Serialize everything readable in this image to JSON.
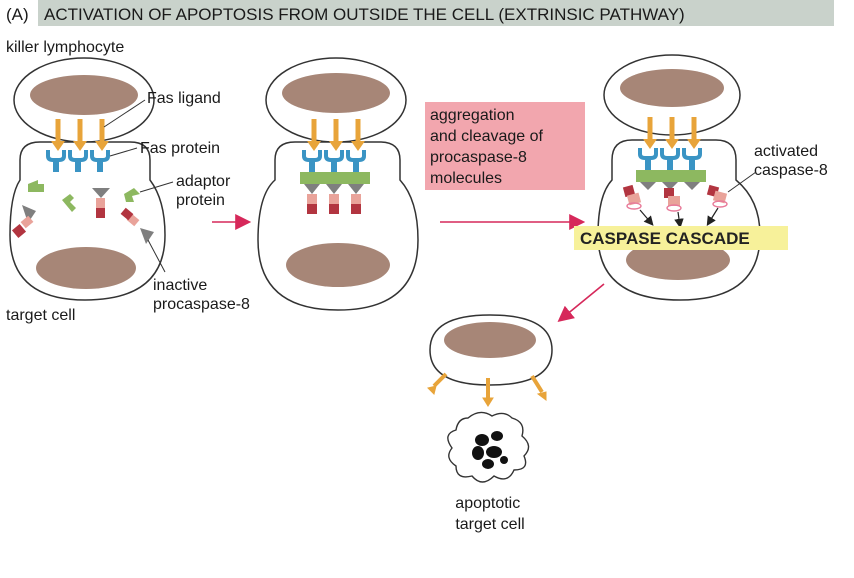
{
  "header": {
    "label": "(A)",
    "title": "ACTIVATION OF APOPTOSIS FROM OUTSIDE THE CELL (EXTRINSIC PATHWAY)"
  },
  "labels": {
    "killer_lymphocyte": "killer lymphocyte",
    "fas_ligand": "Fas ligand",
    "fas_protein": "Fas protein",
    "adaptor_protein": [
      "adaptor",
      "protein"
    ],
    "inactive_procaspase": [
      "inactive",
      "procaspase-8"
    ],
    "target_cell": "target cell",
    "aggregation_box": [
      "aggregation",
      "and cleavage of",
      "procaspase-8",
      "molecules"
    ],
    "activated_caspase": [
      "activated",
      "caspase-8"
    ],
    "caspase_cascade": "CASPASE CASCADE",
    "apoptotic_target_cell": [
      "apoptotic",
      "target cell"
    ]
  },
  "colors": {
    "header_bg": "#c9d2cb",
    "nucleus": "#a78677",
    "fas_ligand": "#e8a43a",
    "fas_protein": "#3a94c4",
    "adaptor": "#8db860",
    "procaspase_light": "#e9a39a",
    "procaspase_dark": "#b23540",
    "procaspase_grey": "#7f7f7f",
    "arrow": "#d6285a",
    "pink_box": "#f2a6ae",
    "highlight": "#f7f19a"
  }
}
